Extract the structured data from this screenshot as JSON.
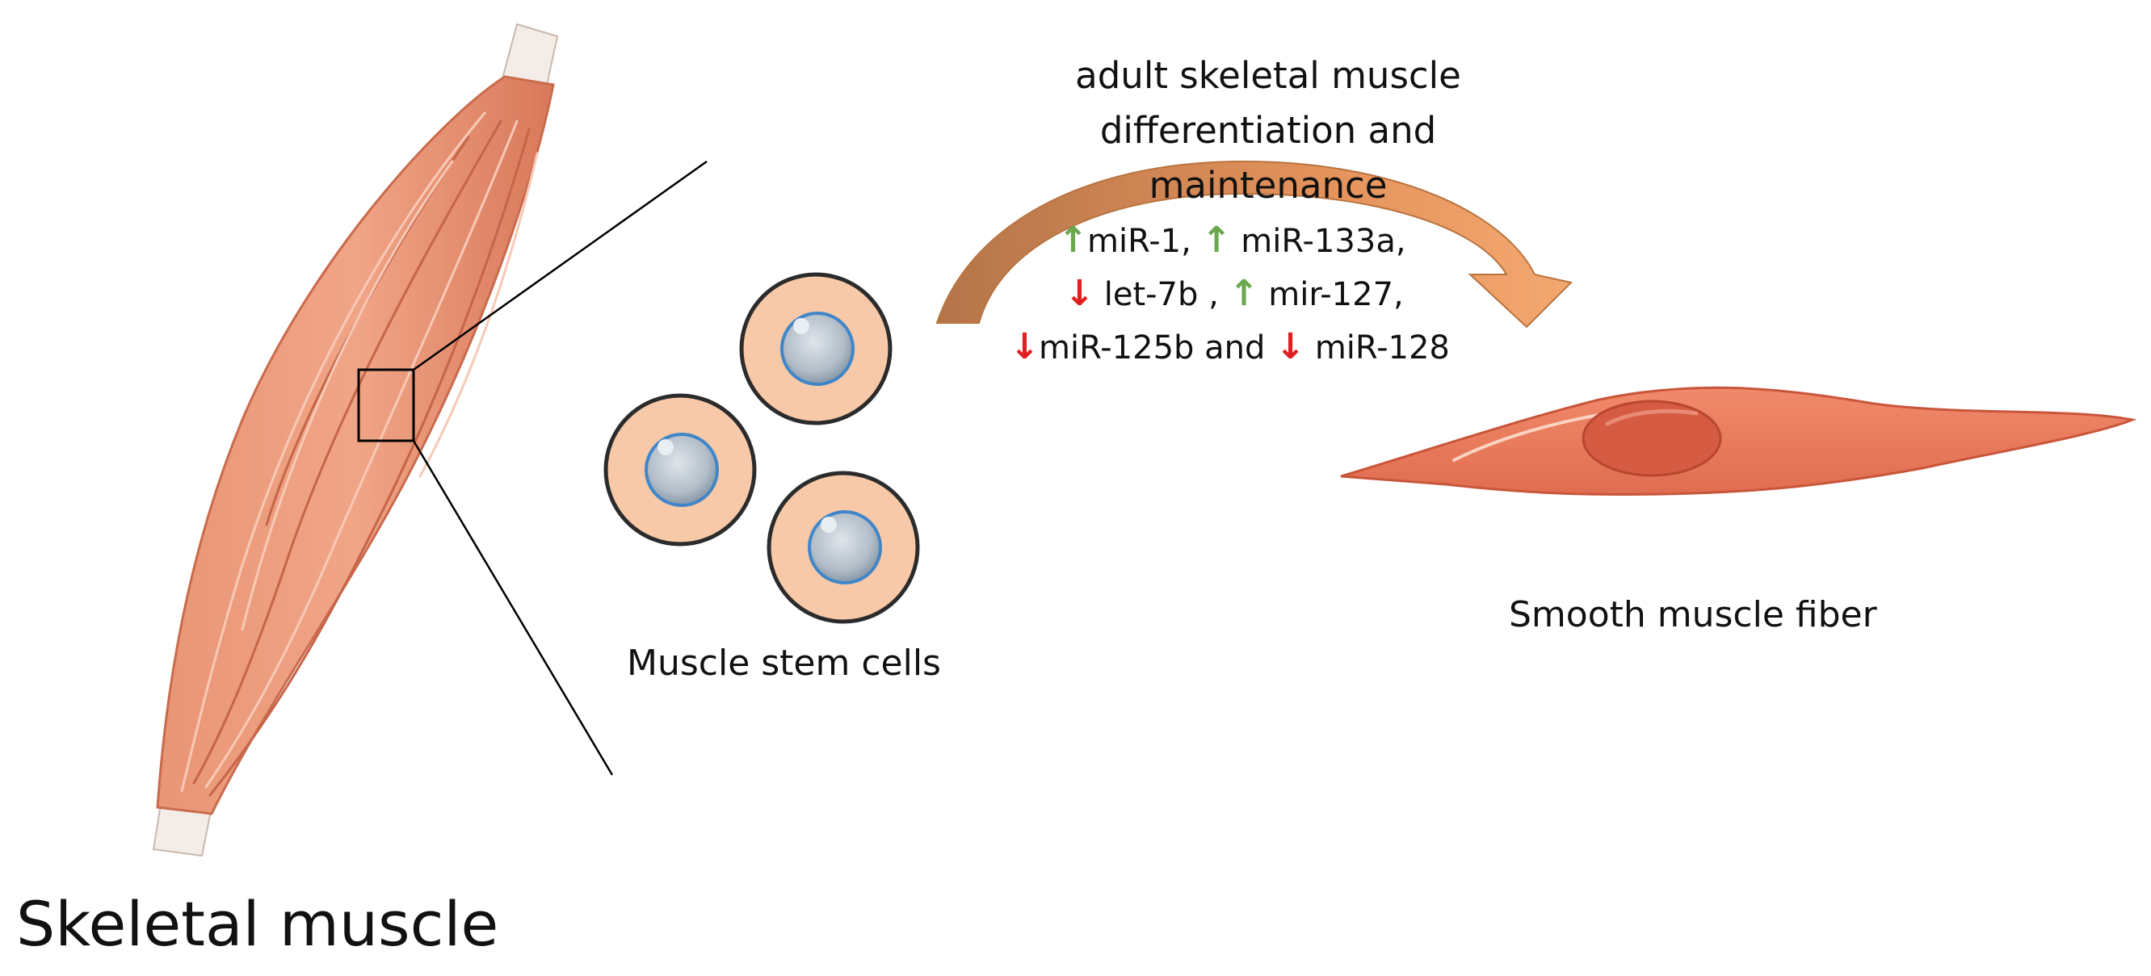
{
  "labels": {
    "skeletal_muscle": "Skeletal muscle",
    "muscle_stem_cells": "Muscle stem cells",
    "smooth_muscle_fiber": "Smooth  muscle fiber",
    "process_line1": "adult skeletal muscle",
    "process_line2": "differentiation and maintenance"
  },
  "mirnas": [
    {
      "line": 1,
      "direction": "up",
      "name": "miR-1,"
    },
    {
      "line": 1,
      "direction": "up",
      "name": "miR-133a,"
    },
    {
      "line": 2,
      "direction": "down",
      "name": "let-7b ,"
    },
    {
      "line": 2,
      "direction": "up",
      "name": "mir-127,"
    },
    {
      "line": 3,
      "direction": "down",
      "name": "miR-125b"
    },
    {
      "line": 3,
      "connector": "and"
    },
    {
      "line": 3,
      "direction": "down",
      "name": "miR-128"
    }
  ],
  "icons": {
    "up": "up-arrow-icon",
    "down": "down-arrow-icon"
  },
  "colors": {
    "up_arrow": "#6aa84f",
    "down_arrow": "#e02020",
    "muscle": "#e9967a",
    "cell_body": "#f7c9a8",
    "nucleus": "#b7c4d0",
    "curved_arrow": "#c8814f",
    "fiber": "#ed7f62"
  }
}
